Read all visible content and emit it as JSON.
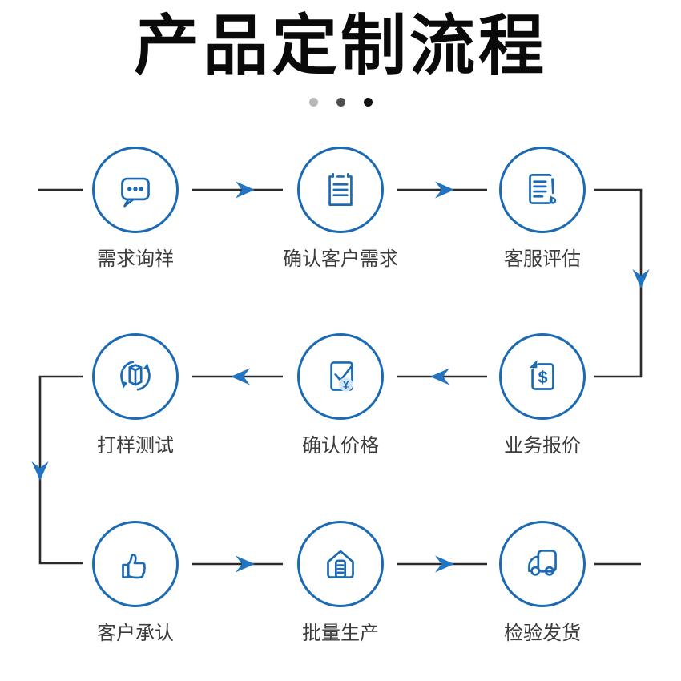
{
  "page": {
    "title": "产品定制流程"
  },
  "carousel": {
    "dot_colors": [
      "#b8b8b8",
      "#4f4f4f",
      "#111111"
    ]
  },
  "steps": [
    {
      "label": "需求询祥",
      "icon": "chat-icon"
    },
    {
      "label": "确认客户需求",
      "icon": "clipboard-icon"
    },
    {
      "label": "客服评估",
      "icon": "document-alert-icon"
    },
    {
      "label": "业务报价",
      "icon": "quotation-document-icon"
    },
    {
      "label": "确认价格",
      "icon": "price-check-icon"
    },
    {
      "label": "打样测试",
      "icon": "sample-cycle-icon"
    },
    {
      "label": "客户承认",
      "icon": "thumbs-up-icon"
    },
    {
      "label": "批量生产",
      "icon": "factory-icon"
    },
    {
      "label": "检验发货",
      "icon": "truck-icon"
    }
  ],
  "colors": {
    "accent_blue": "#1b6ab3",
    "arrowhead_blue": "#2273c0",
    "connector_line": "#2b2b2b",
    "title_black": "#0a0a0a",
    "label_gray": "#3c3c3c"
  }
}
